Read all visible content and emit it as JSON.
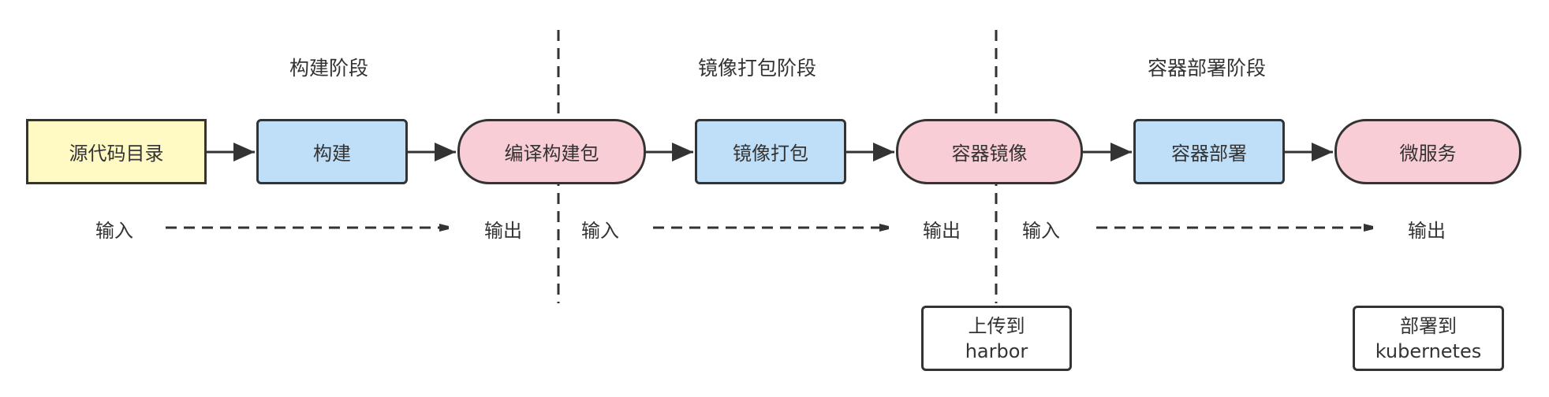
{
  "phases": {
    "build": "构建阶段",
    "image": "镜像打包阶段",
    "deploy": "容器部署阶段"
  },
  "nodes": {
    "source": "源代码目录",
    "build": "构建",
    "compile_pkg": "编译构建包",
    "image_pack": "镜像打包",
    "container_image": "容器镜像",
    "container_deploy": "容器部署",
    "microservice": "微服务"
  },
  "io": {
    "input1": "输入",
    "output1": "输出",
    "input2": "输入",
    "output2": "输出",
    "input3": "输入",
    "output3": "输出"
  },
  "notes": {
    "harbor_line1": "上传到",
    "harbor_line2": "harbor",
    "k8s_line1": "部署到",
    "k8s_line2": "kubernetes"
  },
  "colors": {
    "source_fill": "#fff9c4",
    "process_fill": "#bfdef7",
    "artifact_fill": "#f8cdd6",
    "stroke": "#333333"
  }
}
